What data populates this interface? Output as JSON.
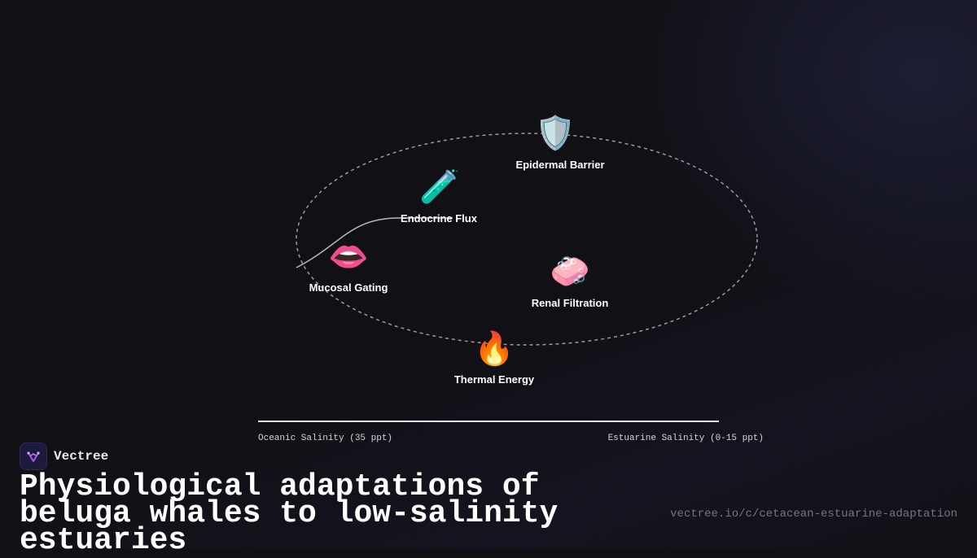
{
  "diagram": {
    "nodes": [
      {
        "id": "epidermal",
        "icon": "shield-icon",
        "glyph": "🛡️",
        "label": "Epidermal Barrier"
      },
      {
        "id": "endocrine",
        "icon": "test-tube-icon",
        "glyph": "🧪",
        "label": "Endocrine Flux"
      },
      {
        "id": "mucosal",
        "icon": "mouth-icon",
        "glyph": "👄",
        "label": "Mucosal Gating"
      },
      {
        "id": "renal",
        "icon": "soap-icon",
        "glyph": "🧼",
        "label": "Renal Filtration"
      },
      {
        "id": "thermal",
        "icon": "fire-icon",
        "glyph": "🔥",
        "label": "Thermal Energy"
      }
    ],
    "axis": {
      "left_label": "Oceanic Salinity (35 ppt)",
      "right_label": "Estuarine Salinity (0-15 ppt)"
    }
  },
  "brand": {
    "name": "Vectree",
    "logo_icon": "vectree-logo-icon",
    "accent": "#8b5cf6"
  },
  "title": "Physiological adaptations of beluga whales to low-salinity estuaries",
  "url": "vectree.io/c/cetacean-estuarine-adaptation"
}
